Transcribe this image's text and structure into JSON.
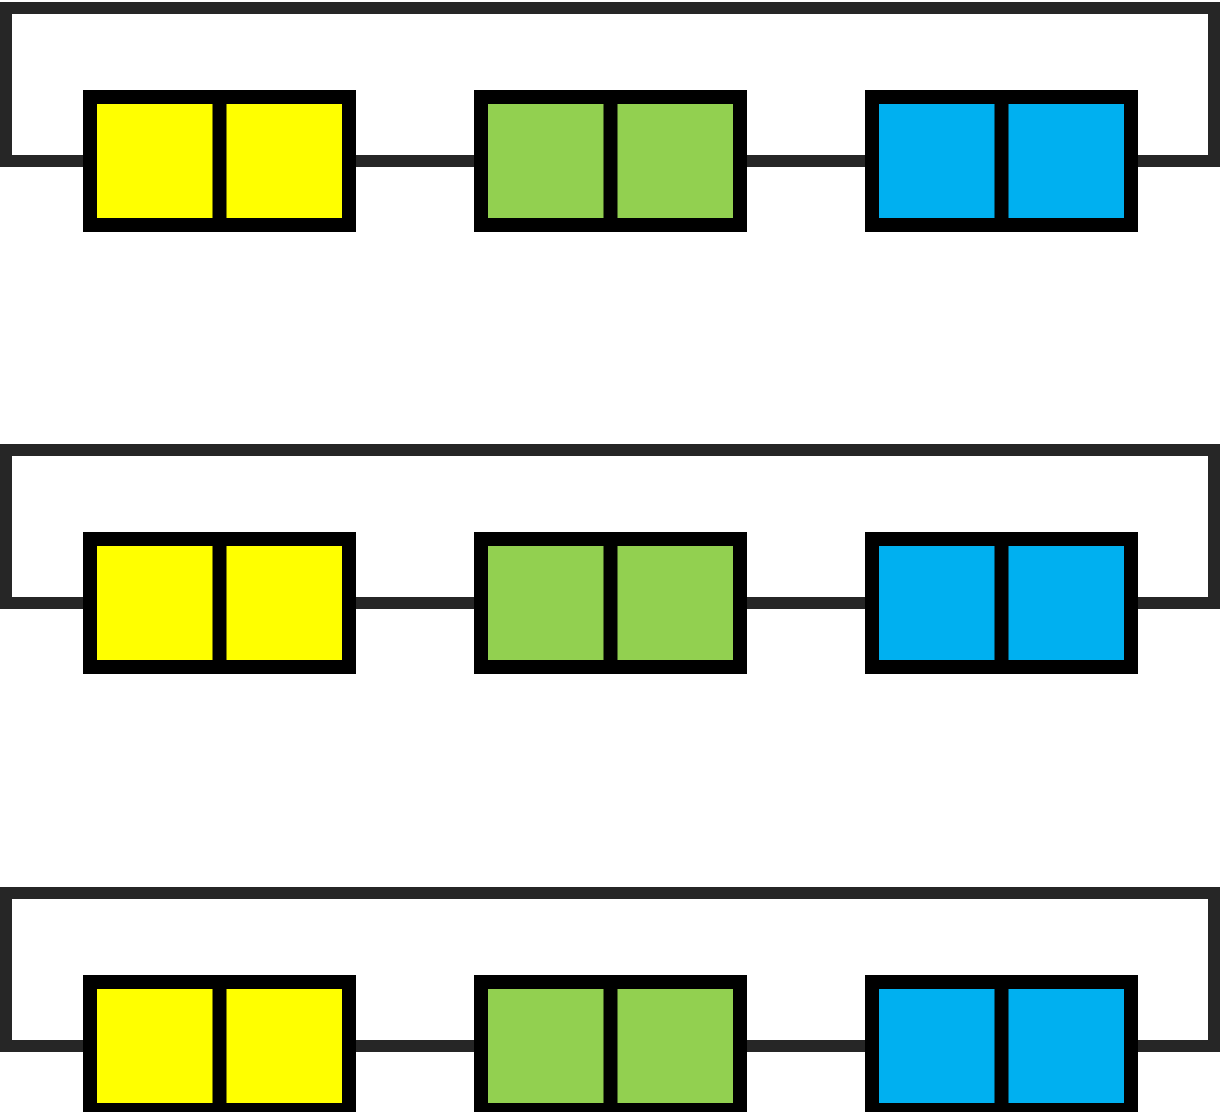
{
  "diagram": {
    "rows": [
      {
        "nodes": [
          {
            "cells": 2,
            "color": "#FFFF00"
          },
          {
            "cells": 2,
            "color": "#92D050"
          },
          {
            "cells": 2,
            "color": "#00B0F0"
          }
        ]
      },
      {
        "nodes": [
          {
            "cells": 2,
            "color": "#FFFF00"
          },
          {
            "cells": 2,
            "color": "#92D050"
          },
          {
            "cells": 2,
            "color": "#00B0F0"
          }
        ]
      },
      {
        "nodes": [
          {
            "cells": 2,
            "color": "#FFFF00"
          },
          {
            "cells": 2,
            "color": "#92D050"
          },
          {
            "cells": 2,
            "color": "#00B0F0"
          }
        ]
      }
    ],
    "colors": {
      "node_border": "#000000",
      "link": "#262626",
      "background": "#FFFFFF"
    }
  }
}
